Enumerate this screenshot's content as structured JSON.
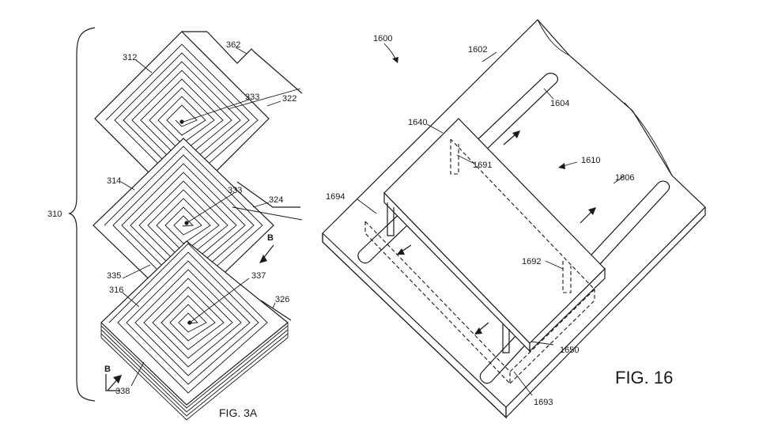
{
  "figures": {
    "fig3a": {
      "caption": "FIG. 3A",
      "labels": {
        "l310": "310",
        "l312": "312",
        "l314": "314",
        "l316": "316",
        "l322": "322",
        "l324": "324",
        "l326": "326",
        "l333a": "333",
        "l333b": "333",
        "l335": "335",
        "l337": "337",
        "l338": "338",
        "l362": "362",
        "lB1": "B",
        "lB2": "B"
      }
    },
    "fig16": {
      "caption": "FIG. 16",
      "labels": {
        "l1600": "1600",
        "l1602": "1602",
        "l1604": "1604",
        "l1606": "1606",
        "l1610": "1610",
        "l1640": "1640",
        "l1650": "1650",
        "l1691": "1691",
        "l1692": "1692",
        "l1693": "1693",
        "l1694": "1694"
      }
    }
  }
}
